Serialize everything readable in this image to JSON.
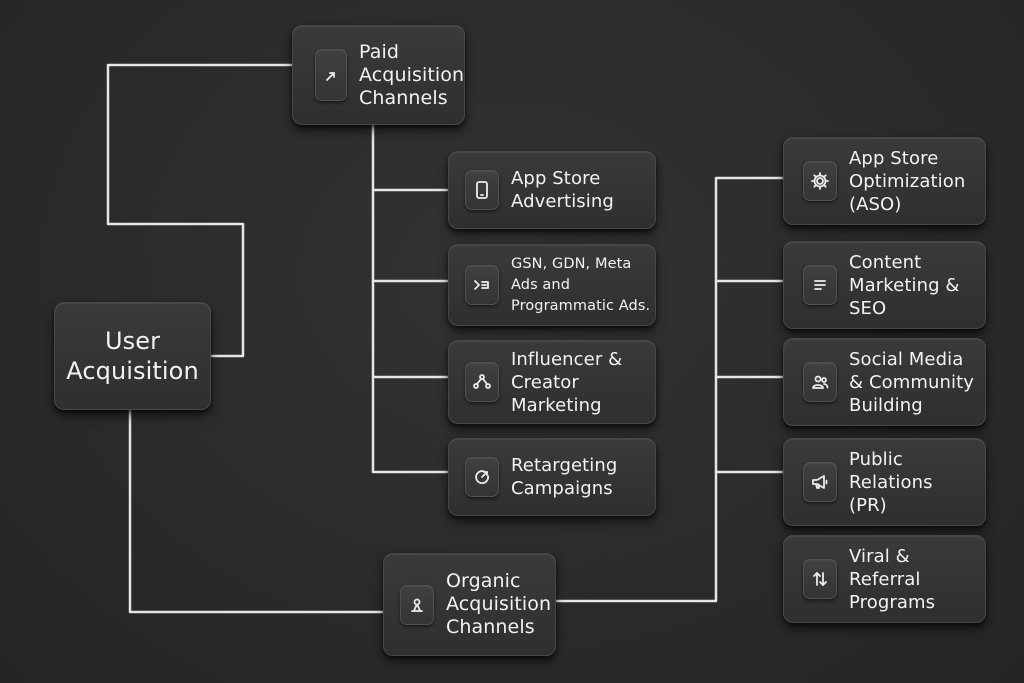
{
  "diagram": {
    "root": {
      "label": "User\nAcquisition"
    },
    "paid": {
      "label": "Paid\nAcquisition\nChannels",
      "icon": "trend-arrow-icon",
      "children": [
        {
          "label": "App Store\nAdvertising",
          "icon": "smartphone-icon"
        },
        {
          "label": "GSN, GDN, Meta\nAds and\nProgrammatic Ads.",
          "icon": "terminal-icon"
        },
        {
          "label": "Influencer &\nCreator\nMarketing",
          "icon": "network-nodes-icon"
        },
        {
          "label": "Retargeting\nCampaigns",
          "icon": "target-icon"
        }
      ]
    },
    "organic": {
      "label": "Organic\nAcquisition\nChannels",
      "icon": "sprout-icon",
      "children": [
        {
          "label": "App Store\nOptimization\n(ASO)",
          "icon": "gear-icon"
        },
        {
          "label": "Content\nMarketing &\nSEO",
          "icon": "document-lines-icon"
        },
        {
          "label": "Social Media\n& Community\nBuilding",
          "icon": "users-icon"
        },
        {
          "label": "Public\nRelations\n(PR)",
          "icon": "megaphone-icon"
        },
        {
          "label": "Viral &\nReferral\nPrograms",
          "icon": "arrows-up-down-icon"
        }
      ]
    },
    "colors": {
      "background": "#2c2c2c",
      "node": "#343434",
      "connector": "#e6e6e6",
      "text": "#f2f2f2"
    }
  }
}
